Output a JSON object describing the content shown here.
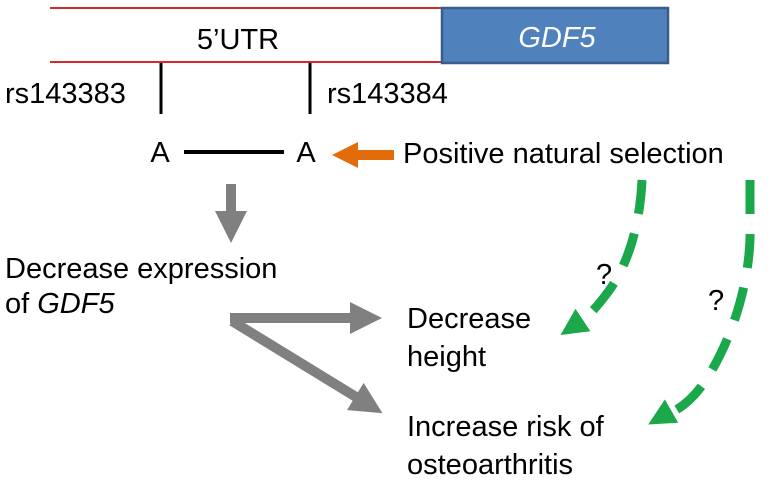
{
  "gene": {
    "utr_label": "5’UTR",
    "gene_name": "GDF5"
  },
  "snps": [
    {
      "id": "rs143383",
      "allele": "A"
    },
    {
      "id": "rs143384",
      "allele": "A"
    }
  ],
  "selection": {
    "label": "Positive natural selection"
  },
  "expression": {
    "line1": "Decrease expression",
    "line2_prefix": "of ",
    "line2_gene": "GDF5"
  },
  "outcomes": {
    "height_line1": "Decrease",
    "height_line2": "height",
    "oa_line1": "Increase risk of",
    "oa_line2": "osteoarthritis"
  },
  "uncertain": {
    "mark_height": "?",
    "mark_oa": "?"
  },
  "colors": {
    "utr_border": "#d42a2a",
    "gene_box_fill": "#4f81bd",
    "gene_box_border": "#385d8a",
    "gene_text": "#ffffff",
    "selection_arrow": "#e36c0a",
    "flow_arrow": "#808080",
    "dashed_arrow": "#1aa84b"
  }
}
